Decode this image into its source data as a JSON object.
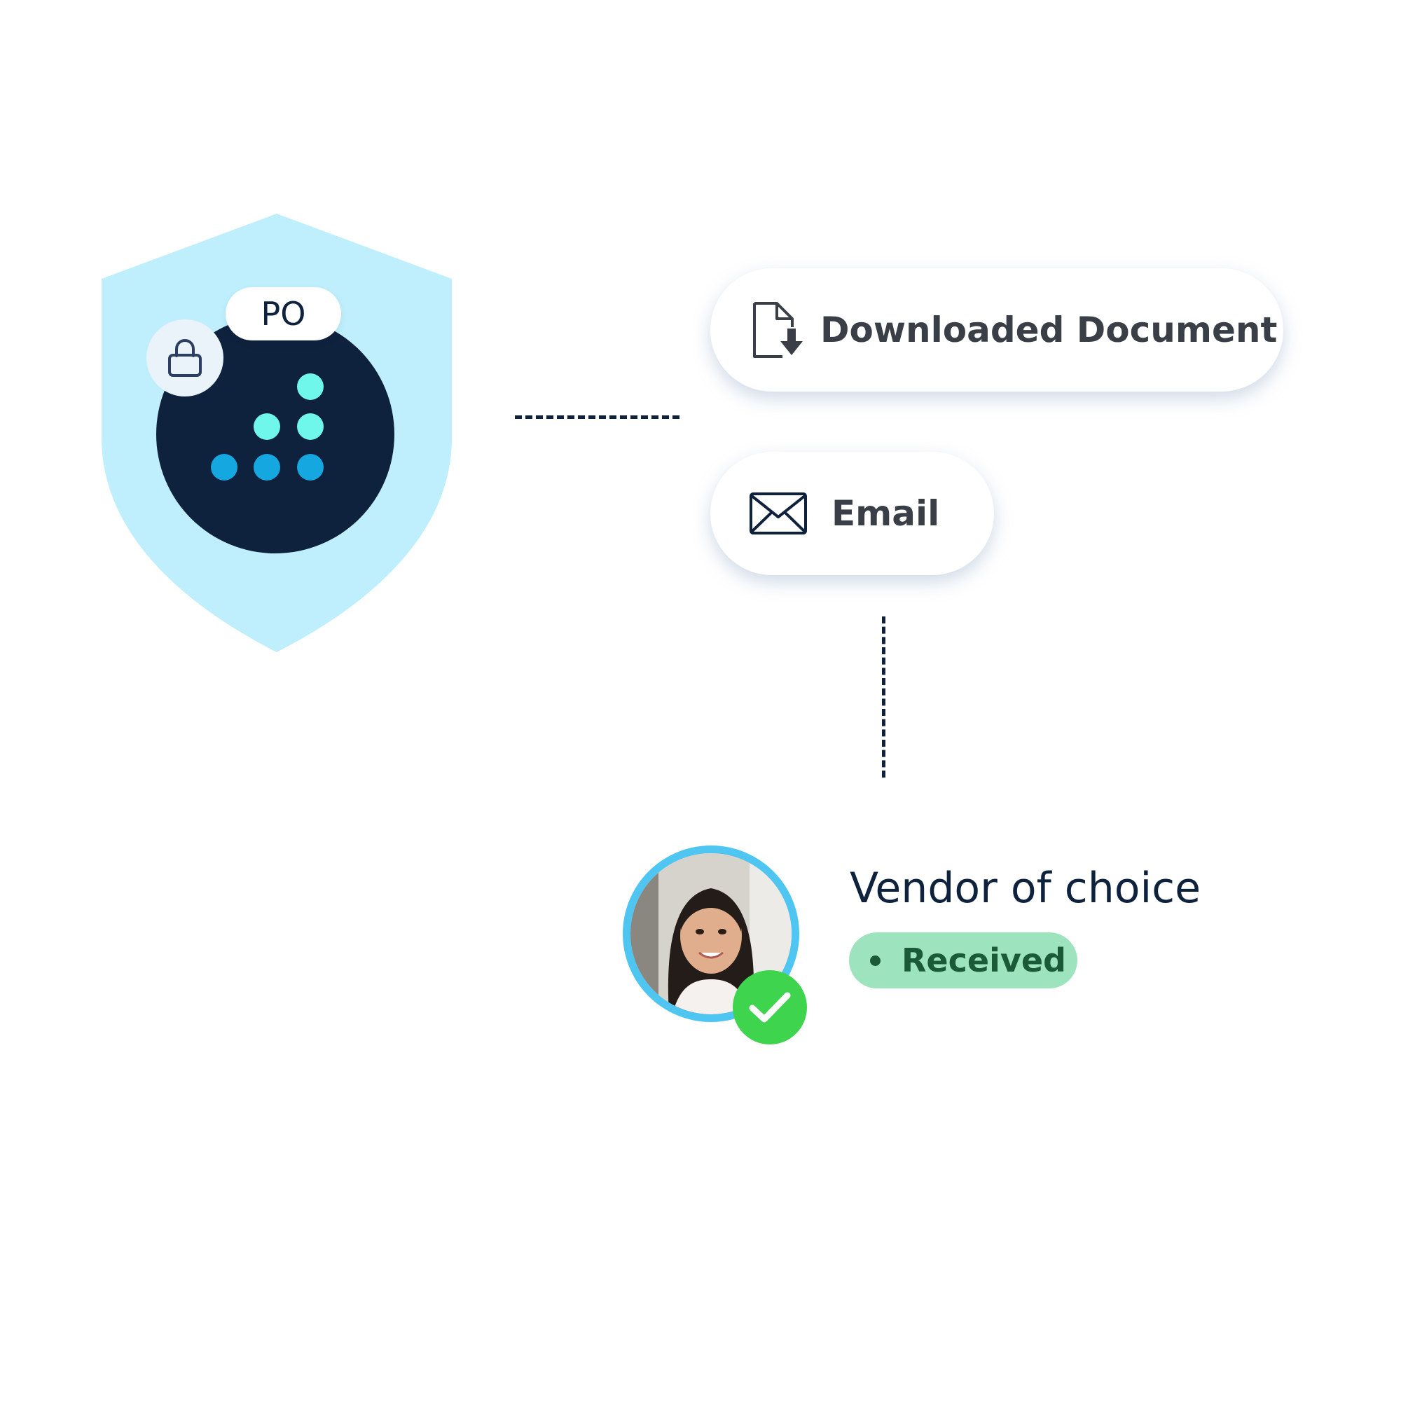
{
  "po_card": {
    "label": "PO",
    "shield_icon": "shield-icon",
    "lock_icon": "lock-icon",
    "logo_icon": "dots-logo-icon",
    "colors": {
      "shield": "#bfeffd",
      "disc": "#0e213d",
      "dot_light": "#6ff7ec",
      "dot_dark": "#15a8e0"
    }
  },
  "channels": [
    {
      "label": "Downloaded Document",
      "icon": "document-download-icon"
    },
    {
      "label": "Email",
      "icon": "envelope-icon"
    }
  ],
  "vendor": {
    "title": "Vendor of choice",
    "status": "Received",
    "avatar_icon": "avatar",
    "check_icon": "checkmark-icon",
    "colors": {
      "ring": "#4fc6f2",
      "check": "#3ed44d",
      "status_bg": "#9de3bd",
      "status_text": "#1b5a38"
    }
  }
}
